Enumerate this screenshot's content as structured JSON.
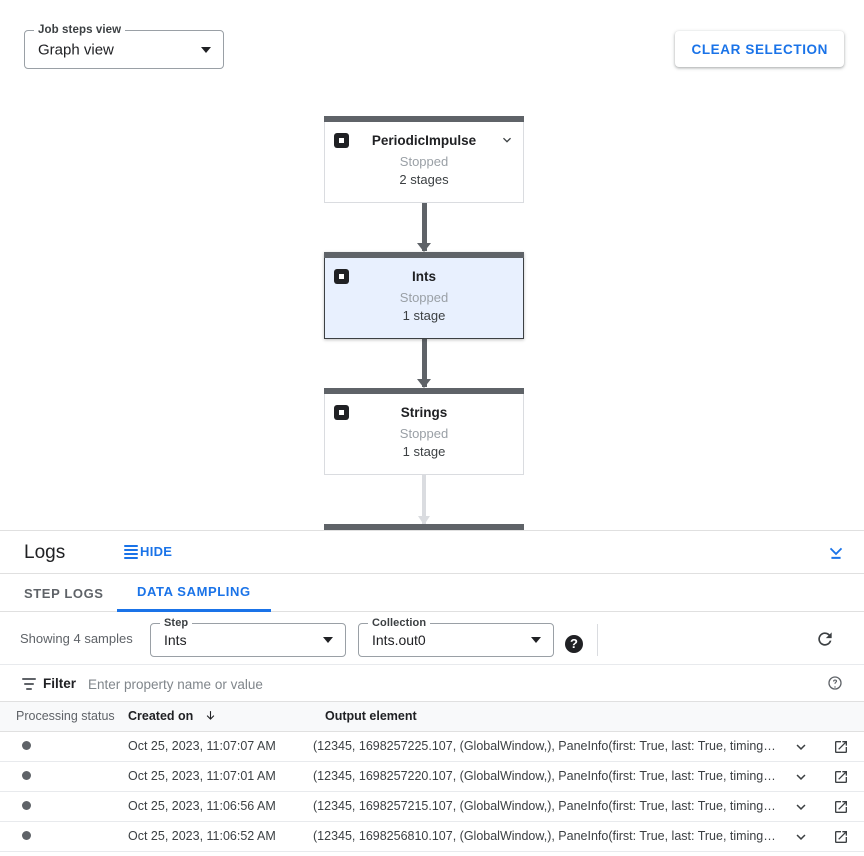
{
  "graph": {
    "view_select": {
      "label": "Job steps view",
      "value": "Graph view",
      "arrow_icon": "chevron-down-icon"
    },
    "clear_button": "CLEAR SELECTION",
    "nodes": [
      {
        "title": "PeriodicImpulse",
        "status": "Stopped",
        "stages": "2 stages",
        "selected": false,
        "has_chevron": true,
        "icon": "stop-status-icon"
      },
      {
        "title": "Ints",
        "status": "Stopped",
        "stages": "1 stage",
        "selected": true,
        "has_chevron": false,
        "icon": "stop-status-icon"
      },
      {
        "title": "Strings",
        "status": "Stopped",
        "stages": "1 stage",
        "selected": false,
        "has_chevron": false,
        "icon": "stop-status-icon"
      }
    ],
    "selected_node_color": "#e8f0fe",
    "node_bar_color": "#5f6368"
  },
  "logs": {
    "title": "Logs",
    "hide_label": "HIDE",
    "hide_icon": "list-lines-icon",
    "collapse_icon": "unfold-less-icon",
    "accent_color": "#1a73e8",
    "tabs": [
      {
        "label": "STEP LOGS",
        "active": false
      },
      {
        "label": "DATA SAMPLING",
        "active": true
      }
    ]
  },
  "sampling": {
    "showing_text": "Showing 4 samples",
    "step_select": {
      "label": "Step",
      "value": "Ints"
    },
    "collection_select": {
      "label": "Collection",
      "value": "Ints.out0"
    },
    "help_icon": "help-icon",
    "help_glyph": "?",
    "refresh_icon": "refresh-icon"
  },
  "filter": {
    "icon": "filter-icon",
    "label": "Filter",
    "placeholder": "Enter property name or value",
    "value": "",
    "help_icon": "help-outline-icon"
  },
  "table": {
    "columns": [
      {
        "key": "status",
        "label": "Processing status",
        "sorted": false
      },
      {
        "key": "created",
        "label": "Created on",
        "sorted": true,
        "sort_icon": "arrow-down-icon"
      },
      {
        "key": "output",
        "label": "Output element",
        "sorted": false
      }
    ],
    "rows": [
      {
        "status_icon": "status-dot",
        "created": "Oct 25, 2023, 11:07:07 AM",
        "output": "(12345, 1698257225.107, (GlobalWindow,), PaneInfo(first: True, last: True, timing…",
        "expand_icon": "chevron-down-icon",
        "open_icon": "open-in-new-icon"
      },
      {
        "status_icon": "status-dot",
        "created": "Oct 25, 2023, 11:07:01 AM",
        "output": "(12345, 1698257220.107, (GlobalWindow,), PaneInfo(first: True, last: True, timing…",
        "expand_icon": "chevron-down-icon",
        "open_icon": "open-in-new-icon"
      },
      {
        "status_icon": "status-dot",
        "created": "Oct 25, 2023, 11:06:56 AM",
        "output": "(12345, 1698257215.107, (GlobalWindow,), PaneInfo(first: True, last: True, timing…",
        "expand_icon": "chevron-down-icon",
        "open_icon": "open-in-new-icon"
      },
      {
        "status_icon": "status-dot",
        "created": "Oct 25, 2023, 11:06:52 AM",
        "output": "(12345, 1698256810.107, (GlobalWindow,), PaneInfo(first: True, last: True, timing…",
        "expand_icon": "chevron-down-icon",
        "open_icon": "open-in-new-icon"
      }
    ]
  }
}
